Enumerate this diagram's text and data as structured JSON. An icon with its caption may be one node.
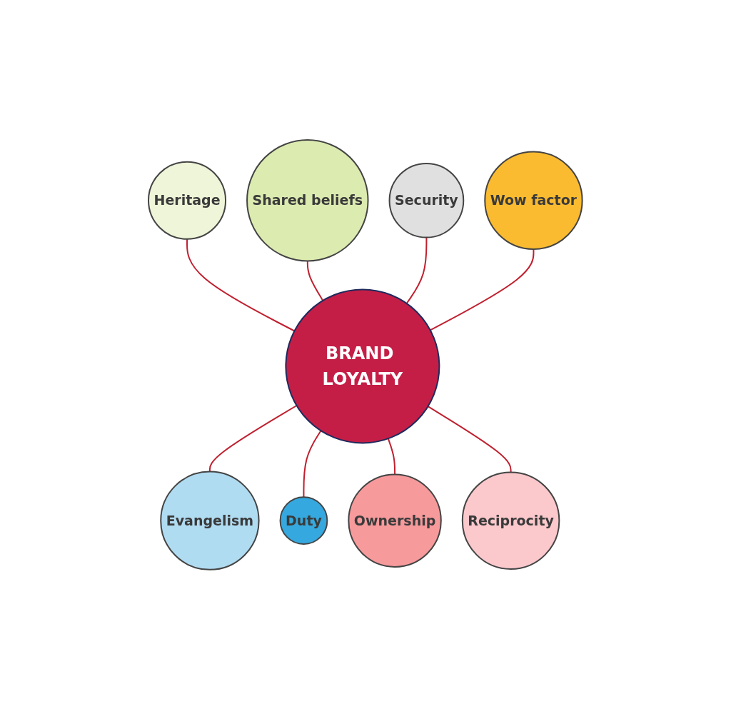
{
  "diagram": {
    "nodes": [
      {
        "text": [
          "BRAND LOYALTY"
        ]
      },
      {
        "text": [
          "Heritage"
        ]
      },
      {
        "text": [
          "Shared beliefs"
        ]
      },
      {
        "text": [
          "Evangelism"
        ]
      },
      {
        "text": [
          "Duty"
        ]
      },
      {
        "text": [
          "Ownership"
        ]
      },
      {
        "text": [
          "Reciprocity"
        ]
      },
      {
        "text": [
          "Security"
        ]
      },
      {
        "text": [
          "Wow factor"
        ]
      }
    ],
    "edges": [
      {
        "from": 0,
        "to": 1,
        "arrow": "none"
      },
      {
        "from": 0,
        "to": 2,
        "arrow": "none"
      },
      {
        "from": 0,
        "to": 3,
        "arrow": "none"
      },
      {
        "from": 0,
        "to": 4,
        "arrow": "none"
      },
      {
        "from": 0,
        "to": 5,
        "arrow": "none"
      },
      {
        "from": 0,
        "to": 6,
        "arrow": "none"
      },
      {
        "from": 0,
        "to": 7,
        "arrow": "none"
      },
      {
        "from": 0,
        "to": 8,
        "arrow": "none"
      }
    ]
  }
}
